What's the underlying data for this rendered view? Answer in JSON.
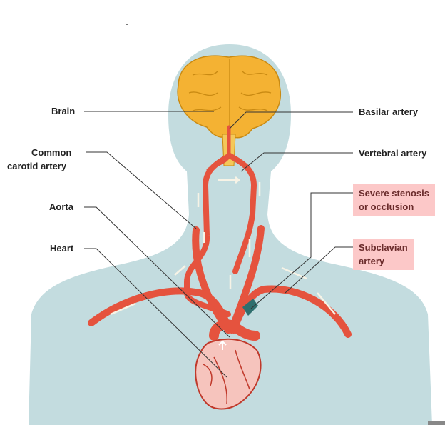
{
  "labels": {
    "brain": "Brain",
    "common_carotid_1": "Common",
    "common_carotid_2": "carotid artery",
    "aorta": "Aorta",
    "heart": "Heart",
    "basilar": "Basilar artery",
    "vertebral": "Vertebral artery",
    "stenosis_1": "Severe stenosis",
    "stenosis_2": "or occlusion",
    "subclavian_1": "Subclavian",
    "subclavian_2": "artery"
  },
  "colors": {
    "body": "#c3dcdf",
    "artery": "#e5533e",
    "brain": "#f4b233",
    "heart": "#f6c4bd",
    "occlusion": "#2f6f6e",
    "highlight_box": "#fcc8c8"
  }
}
